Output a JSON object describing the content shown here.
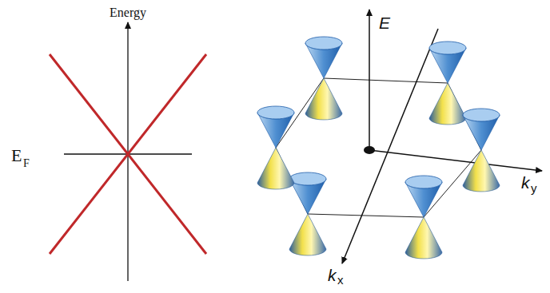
{
  "diagram": {
    "labels": [
      "Energy",
      "E",
      "F",
      "E",
      "k",
      "x",
      "k",
      "y"
    ]
  }
}
